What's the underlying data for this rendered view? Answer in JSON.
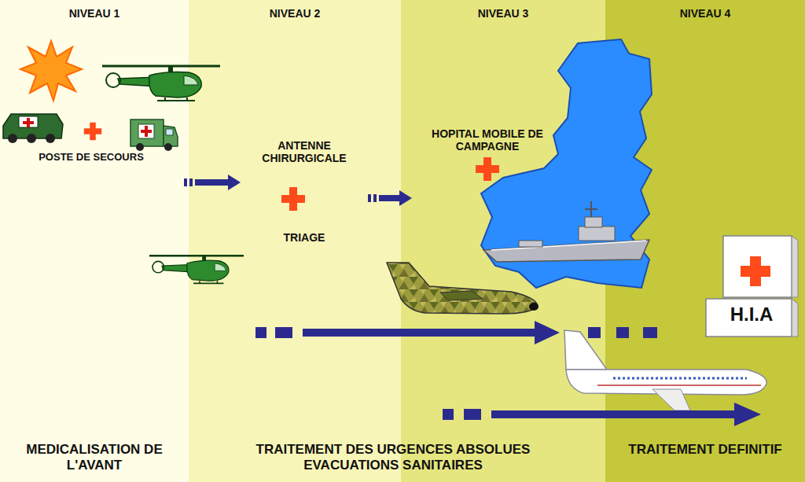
{
  "diagram": {
    "nodes": [
      {
        "text": [
          "NIVEAU 1",
          "MEDICALISATION DE L'AVANT"
        ]
      },
      {
        "text": [
          "NIVEAU 2"
        ]
      },
      {
        "text": [
          "NIVEAU 3"
        ]
      },
      {
        "text": [
          "NIVEAU 4",
          "TRAITEMENT DEFINITIF"
        ]
      },
      {
        "text": [
          "POSTE DE SECOURS"
        ],
        "in": 0
      },
      {
        "text": [
          "ANTENNE CHIRURGICALE",
          "TRIAGE"
        ],
        "in": 1
      },
      {
        "text": [
          "HOPITAL MOBILE DE CAMPAGNE"
        ],
        "in": 2
      },
      {
        "text": [
          "H.I.A"
        ],
        "in": 3
      }
    ],
    "edges": [
      {
        "from": 4,
        "to": 5,
        "arrow": "to"
      },
      {
        "from": 5,
        "to": 6,
        "arrow": "to"
      }
    ],
    "labels": [
      "TRAITEMENT DES URGENCES ABSOLUES EVACUATIONS SANITAIRES"
    ]
  }
}
